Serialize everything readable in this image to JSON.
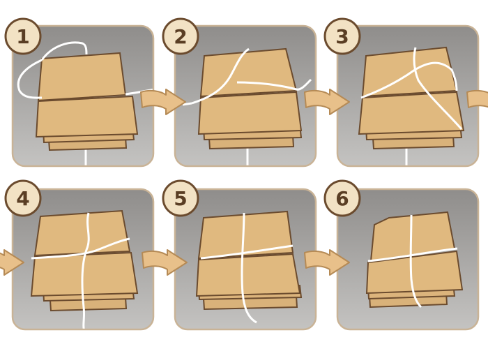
{
  "steps": [
    {
      "number": "1"
    },
    {
      "number": "2"
    },
    {
      "number": "3"
    },
    {
      "number": "4"
    },
    {
      "number": "5"
    },
    {
      "number": "6"
    }
  ],
  "colors": {
    "panel_bg": "#a7a6a4",
    "panel_border": "#c9b396",
    "cardboard": "#e0b97f",
    "cardboard_edge": "#6b4b2e",
    "string": "#ffffff",
    "badge_fill": "#f2e2c4",
    "badge_stroke": "#6b4b2e",
    "arrow_fill": "#e8c08a",
    "arrow_stroke": "#b58a55"
  },
  "icons": [
    "arrow-right-icon"
  ]
}
